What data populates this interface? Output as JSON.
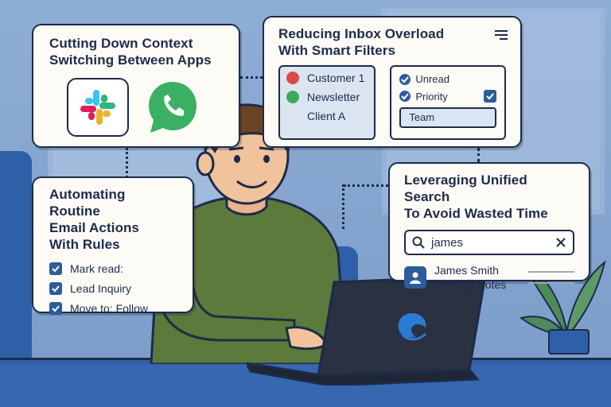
{
  "cards": {
    "context": {
      "title_line1": "Cutting Down Context",
      "title_line2": "Switching Between Apps",
      "apps": [
        "slack-icon",
        "whatsapp-icon"
      ]
    },
    "filters": {
      "title_line1": "Reducing Inbox Overload",
      "title_line2": "With Smart Filters",
      "labels": [
        {
          "text": "Customer 1",
          "color": "#e04848"
        },
        {
          "text": "Newsletter",
          "color": "#3caa5c"
        },
        {
          "text": "Client A",
          "color": ""
        }
      ],
      "options": [
        {
          "text": "Unread",
          "checked": true
        },
        {
          "text": "Priority",
          "checked": true
        }
      ],
      "tag": "Team"
    },
    "rules": {
      "title_line1": "Automating Routine",
      "title_line2": "Email Actions",
      "title_line3": "With Rules",
      "items": [
        "Mark read:",
        "Lead Inquiry",
        "Move to: Follow"
      ]
    },
    "search": {
      "title_line1": "Leveraging Unified Search",
      "title_line2": "To Avoid Wasted Time",
      "query": "james",
      "result_name": "James Smith",
      "result_sub": "Meeting Notes"
    }
  },
  "colors": {
    "navy": "#1d2b4a",
    "accent": "#2d5c9c",
    "sweater": "#5b7a3c",
    "laptop": "#2a3140",
    "logo": "#2a7bd4"
  }
}
